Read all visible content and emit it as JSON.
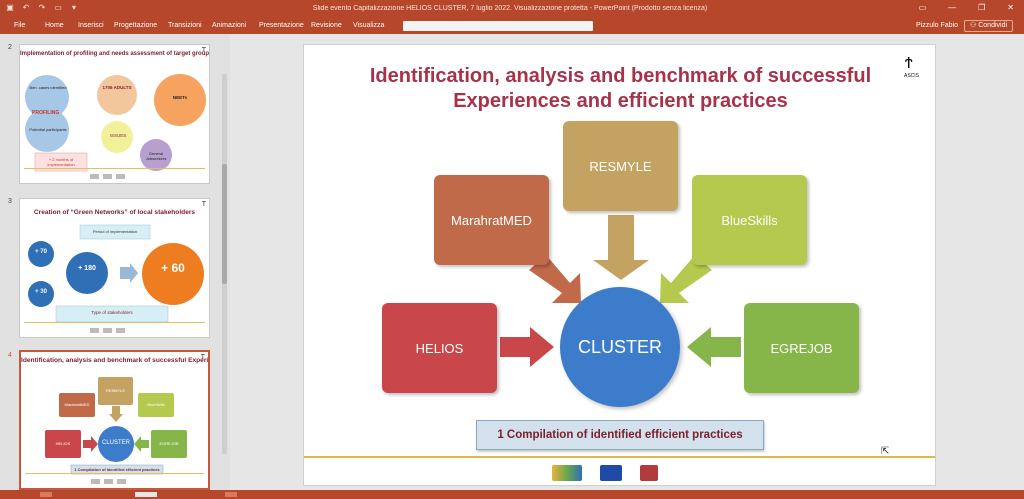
{
  "window": {
    "title": "Slide evento Capitalizzazione HELIOS CLUSTER, 7 luglio 2022. Visualizzazione protetta - PowerPoint (Prodotto senza licenza)"
  },
  "ribbon": {
    "tabs": [
      "File",
      "Home",
      "Inserisci",
      "Progettazione",
      "Transizioni",
      "Animazioni",
      "Presentazione",
      "Revisione",
      "Visualizza"
    ],
    "user_name": "Pizzulo Fabio",
    "share_label": "Condividi"
  },
  "thumbnails": [
    {
      "number": "2",
      "title": "Implementation of profiling and needs assessment of target groups",
      "bubbles": [
        "Ben. cases identified",
        "PROFILING",
        "Potential participants",
        "1706 ADULTS",
        "NEETs",
        "ISSUES",
        "General Jobseekers"
      ],
      "note": "+ 2 months of implementation"
    },
    {
      "number": "3",
      "title": "Creation of “Green Networks” of local stakeholders",
      "top_note": "Period of implementation",
      "circles": [
        "+ 70",
        "+ 180",
        "+ 60",
        "+ 30"
      ],
      "bottom_note": "Type of stakeholders"
    },
    {
      "number": "4",
      "title": "Identification, analysis and benchmark of successful Experiences and efficient practices",
      "nodes": [
        "RESMYLE",
        "MarahratMED",
        "BlueSkills",
        "HELIOS",
        "CLUSTER",
        "EGREJOB"
      ],
      "note": "1 Compilation of identified efficient practices"
    }
  ],
  "slide": {
    "title_line1": "Identification, analysis and benchmark of successful",
    "title_line2": "Experiences and efficient practices",
    "top_logo_text": "ASCIS",
    "nodes": {
      "resmyle": "RESMYLE",
      "marahratmed": "MarahratMED",
      "blueskills": "BlueSkills",
      "helios": "HELIOS",
      "cluster": "CLUSTER",
      "egrejob": "EGREJOB"
    },
    "compilation": "1 Compilation of identified efficient practices",
    "colors": {
      "resmyle": "#c4a262",
      "marahratmed": "#c06a4a",
      "blueskills": "#b6c94f",
      "helios": "#c9474a",
      "cluster": "#3c7ccb",
      "egrejob": "#86b64a",
      "title": "#a8324a"
    }
  }
}
